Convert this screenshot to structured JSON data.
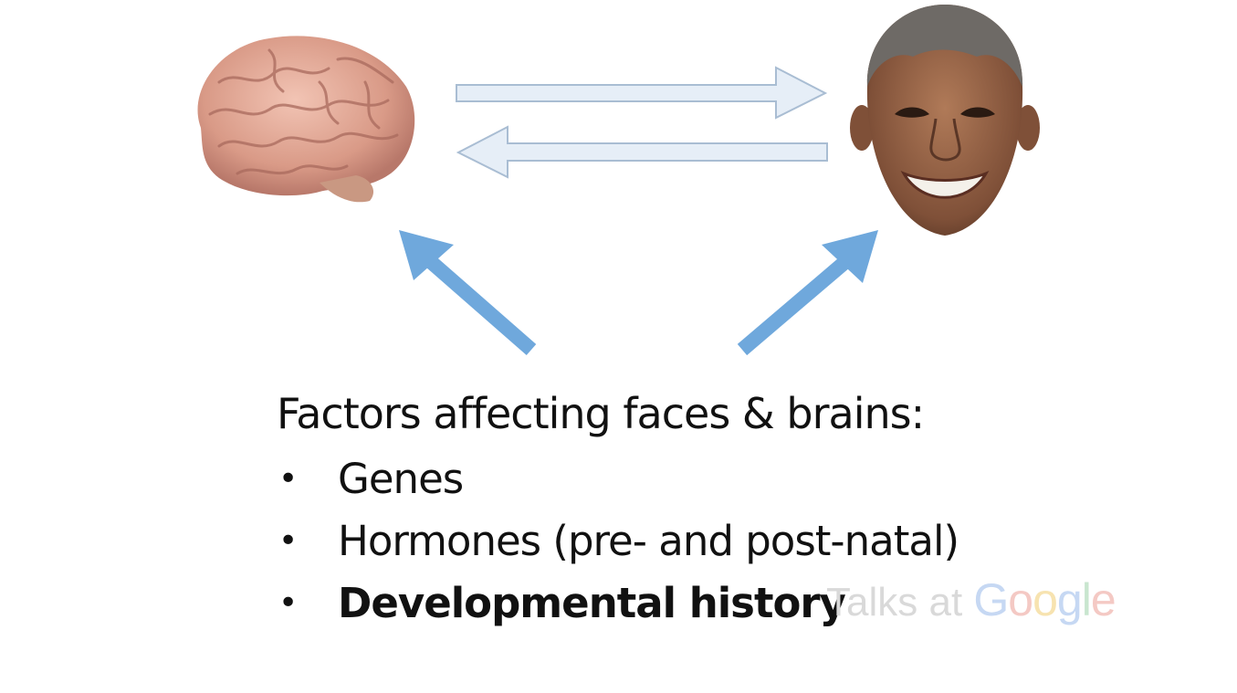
{
  "slide": {
    "heading": "Factors affecting faces & brains:",
    "bullet_char": "•",
    "bullets": [
      {
        "text": "Genes",
        "bold": false
      },
      {
        "text": "Hormones (pre- and post-natal)",
        "bold": false
      },
      {
        "text": "Developmental history",
        "bold": true
      }
    ]
  },
  "images": {
    "brain": "brain-illustration",
    "face": "smiling-face-photo"
  },
  "watermark": {
    "prefix": "Talks at ",
    "google_letters": [
      "G",
      "o",
      "o",
      "g",
      "l",
      "e"
    ]
  },
  "colors": {
    "background": "#ffffff",
    "diagonal_arrow": "#6fa8dc",
    "horizontal_arrow_fill": "#e6eef7",
    "horizontal_arrow_stroke": "#a9bdd3",
    "text": "#111111"
  }
}
